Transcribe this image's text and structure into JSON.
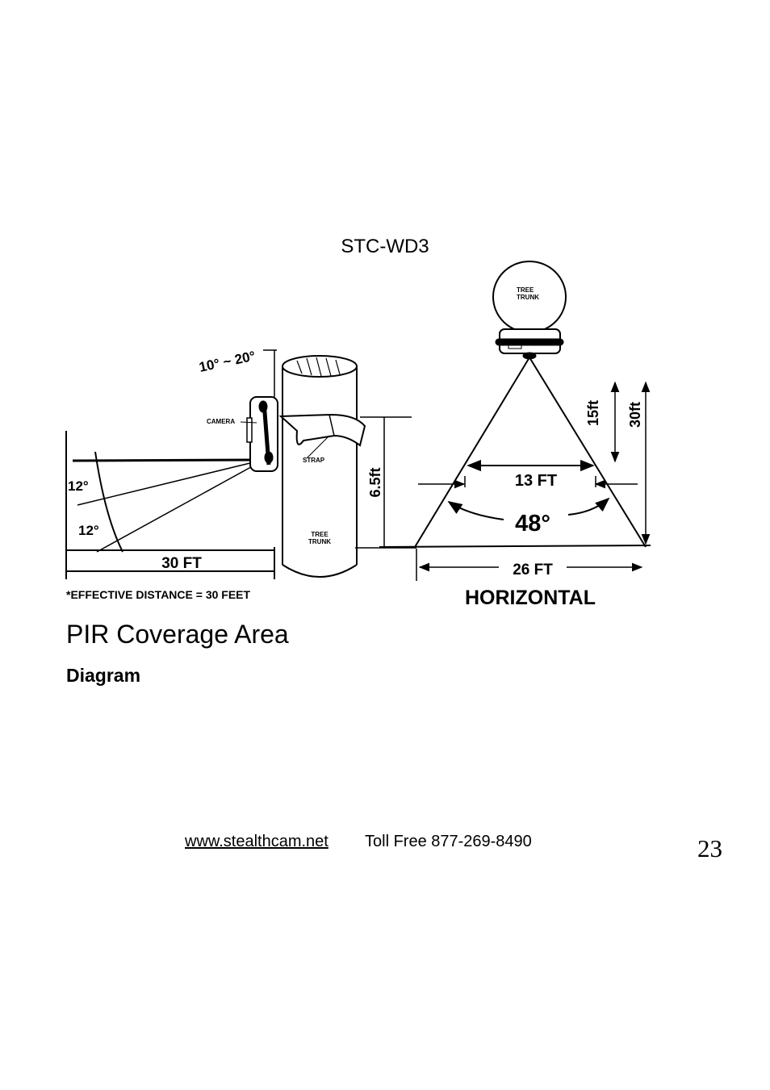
{
  "model": "STC-WD3",
  "diagram": {
    "tilt_label": "10° ~ 20°",
    "camera_label": "CAMERA",
    "strap_label": "STRAP",
    "tree_trunk_side_label": "TREE\nTRUNK",
    "tree_trunk_top_label": "TREE\nTRUNK",
    "angle_upper_label": "12°",
    "angle_lower_label": "12°",
    "side_distance_label": "30 FT",
    "mount_height_label": "6.5ft",
    "effective_distance_note": "*EFFECTIVE DISTANCE = 30 FEET",
    "mid_width_label": "13 FT",
    "mid_depth_label": "15ft",
    "full_depth_label": "30ft",
    "horizontal_angle_label": "48°",
    "full_width_label": "26 FT",
    "view_label": "HORIZONTAL"
  },
  "heading": "PIR Coverage Area",
  "subheading": "Diagram",
  "footer": {
    "website": "www.stealthcam.net",
    "phone": "Toll Free 877-269-8490",
    "page_number": "23"
  }
}
